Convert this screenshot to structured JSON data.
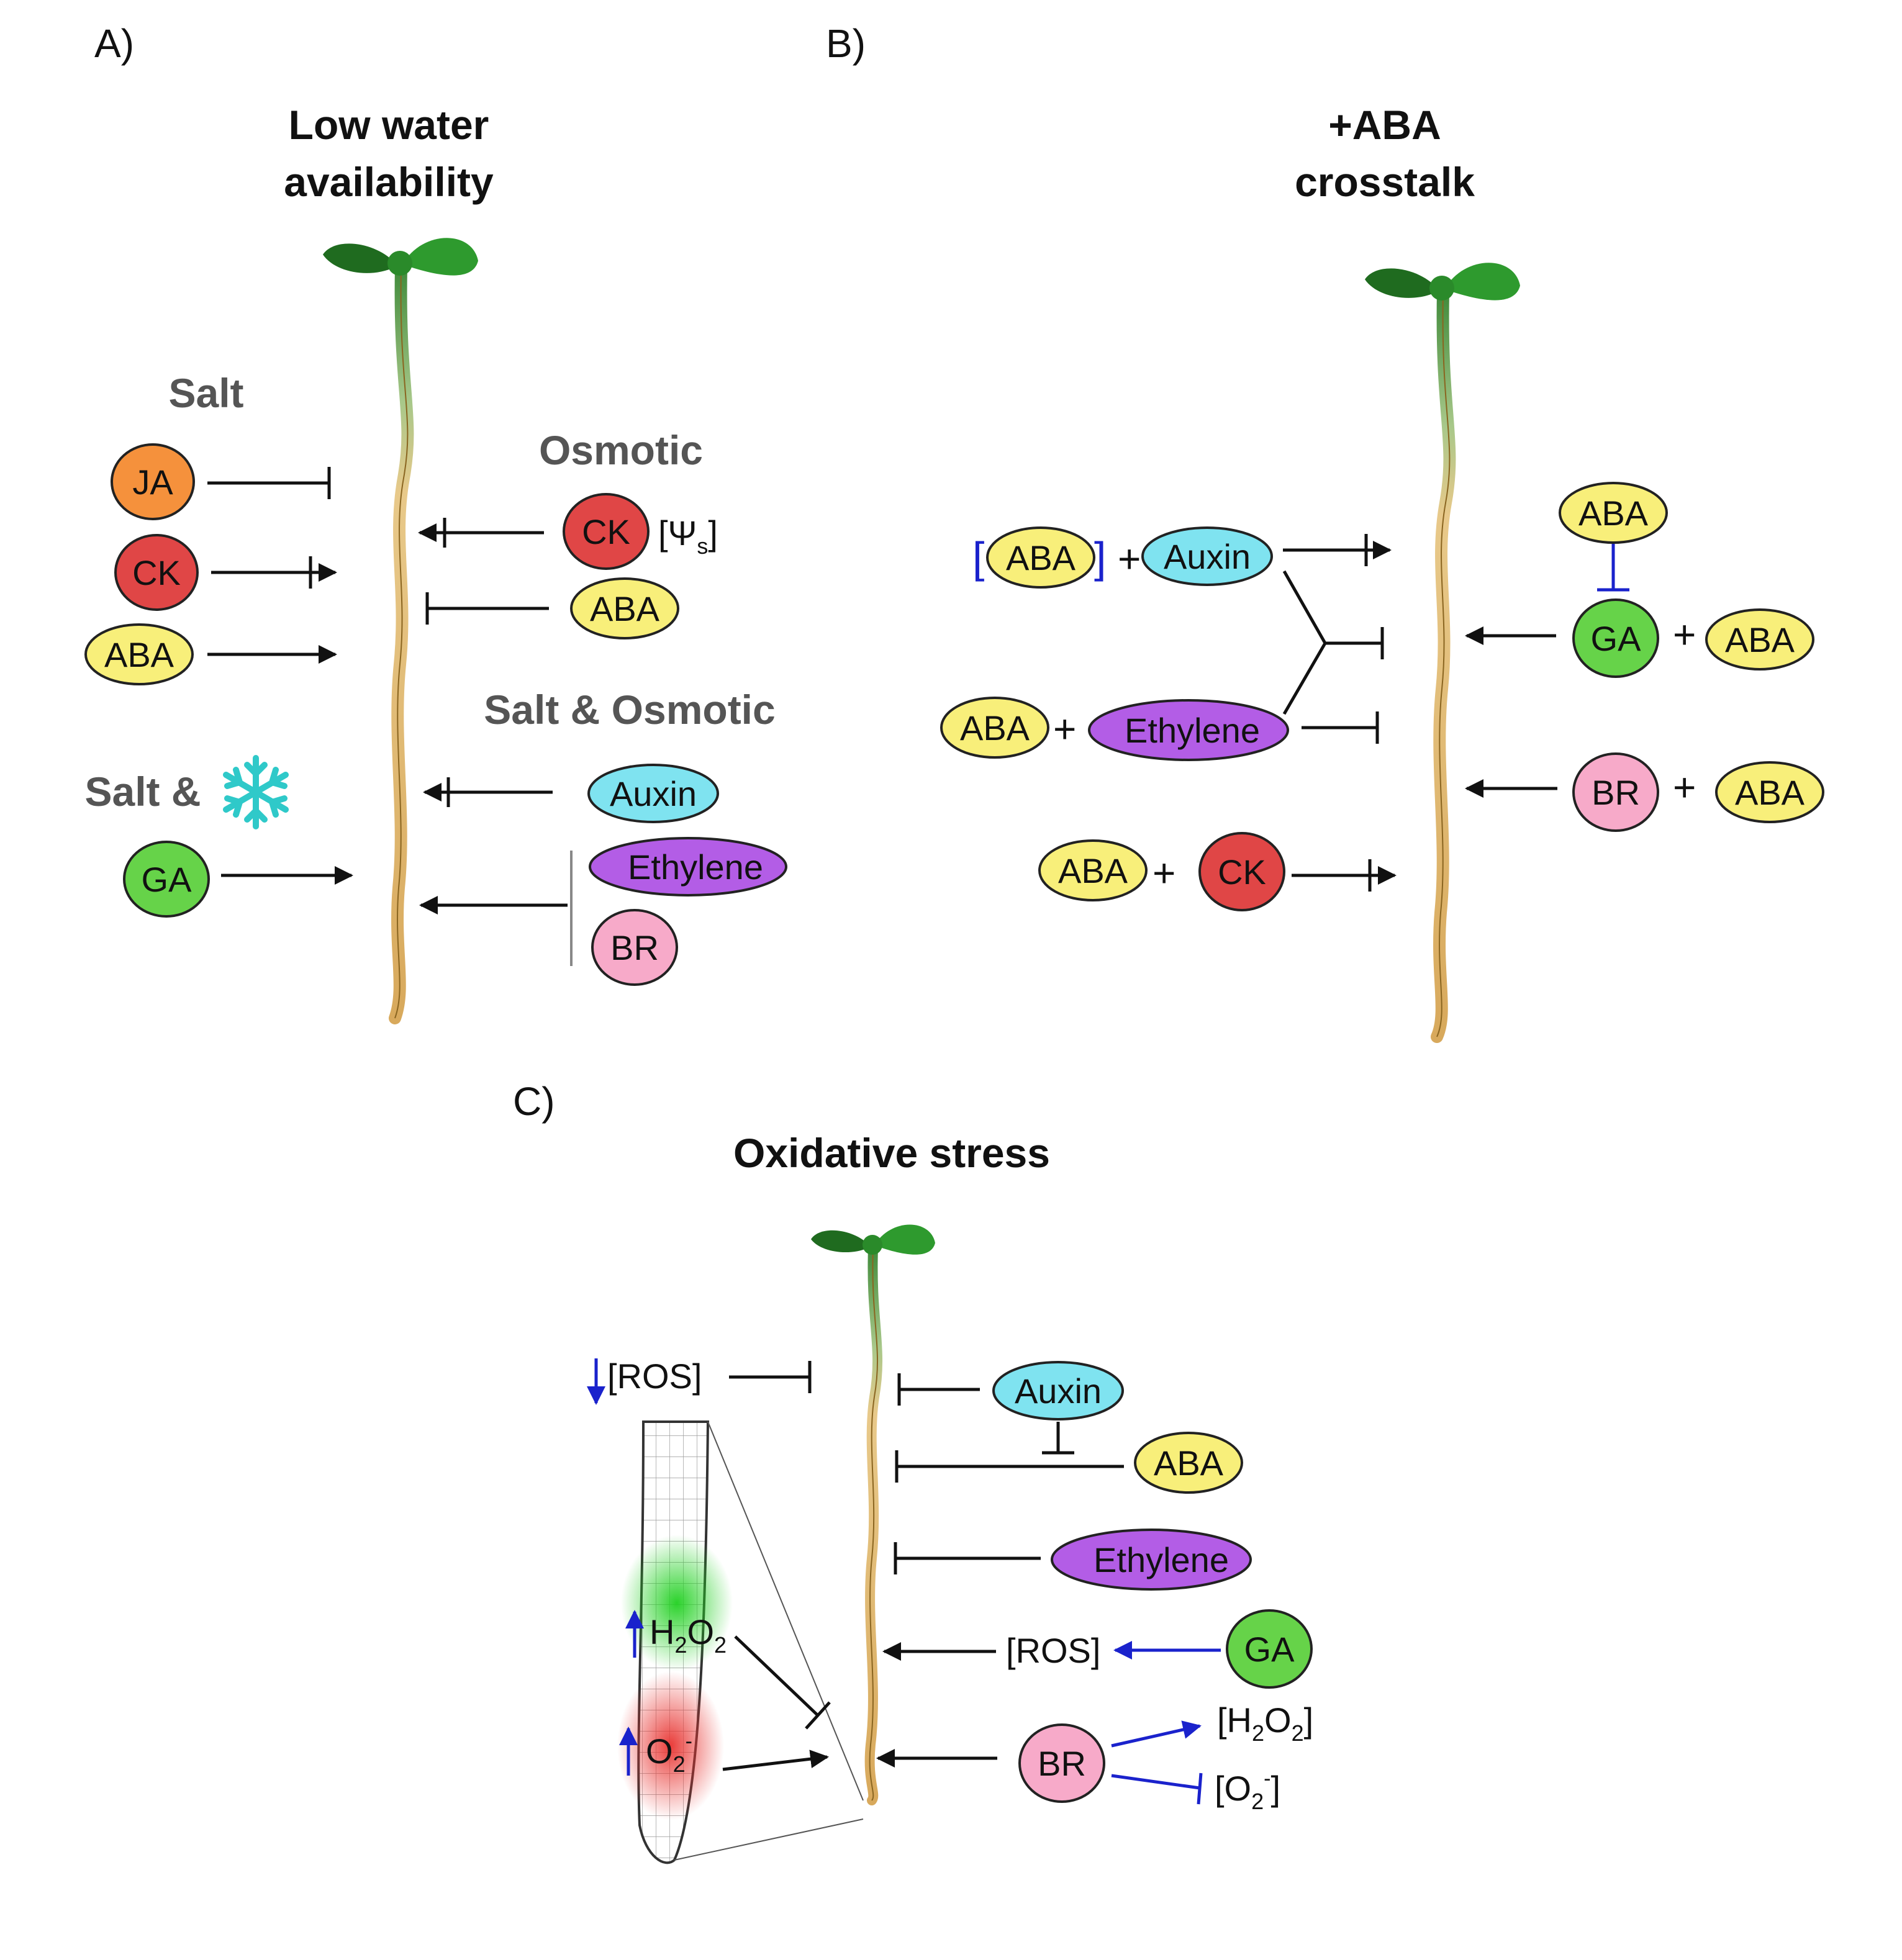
{
  "panels": {
    "a": {
      "label": "A)",
      "title_line1": "Low water",
      "title_line2": "availability",
      "salt": "Salt",
      "osmotic": "Osmotic",
      "salt_osmotic": "Salt & Osmotic",
      "salt_cold": "Salt &",
      "psi": "[Ψ",
      "psi_sub": "s",
      "psi_close": "]"
    },
    "b": {
      "label": "B)",
      "title_line1": "+ABA",
      "title_line2": "crosstalk",
      "bracket_open": "[",
      "bracket_close": "]",
      "plus": "+"
    },
    "c": {
      "label": "C)",
      "title": "Oxidative stress",
      "ros": "[ROS]",
      "h": "H",
      "two": "2",
      "o": "O",
      "o_super": "-",
      "h2o2_open": "[H",
      "o2_open": "[O",
      "close": "]"
    }
  },
  "nodes": {
    "ja": "JA",
    "ck": "CK",
    "aba": "ABA",
    "ga": "GA",
    "auxin": "Auxin",
    "ethylene": "Ethylene",
    "br": "BR"
  },
  "colors": {
    "ja": "#f5913c",
    "ck": "#e04646",
    "aba": "#f8ef7a",
    "ga": "#66d349",
    "auxin": "#7fe3f0",
    "ethylene": "#b35de6",
    "br": "#f7aac9",
    "inhibit_blue": "#1a22cc",
    "snowflake": "#2fc9c9",
    "ros_green": "#3ad13a",
    "ros_red": "#e8322f"
  },
  "icons": {
    "seedling": "seedling-icon",
    "snowflake": "snowflake-icon",
    "root_tip": "root-tip-icon"
  }
}
